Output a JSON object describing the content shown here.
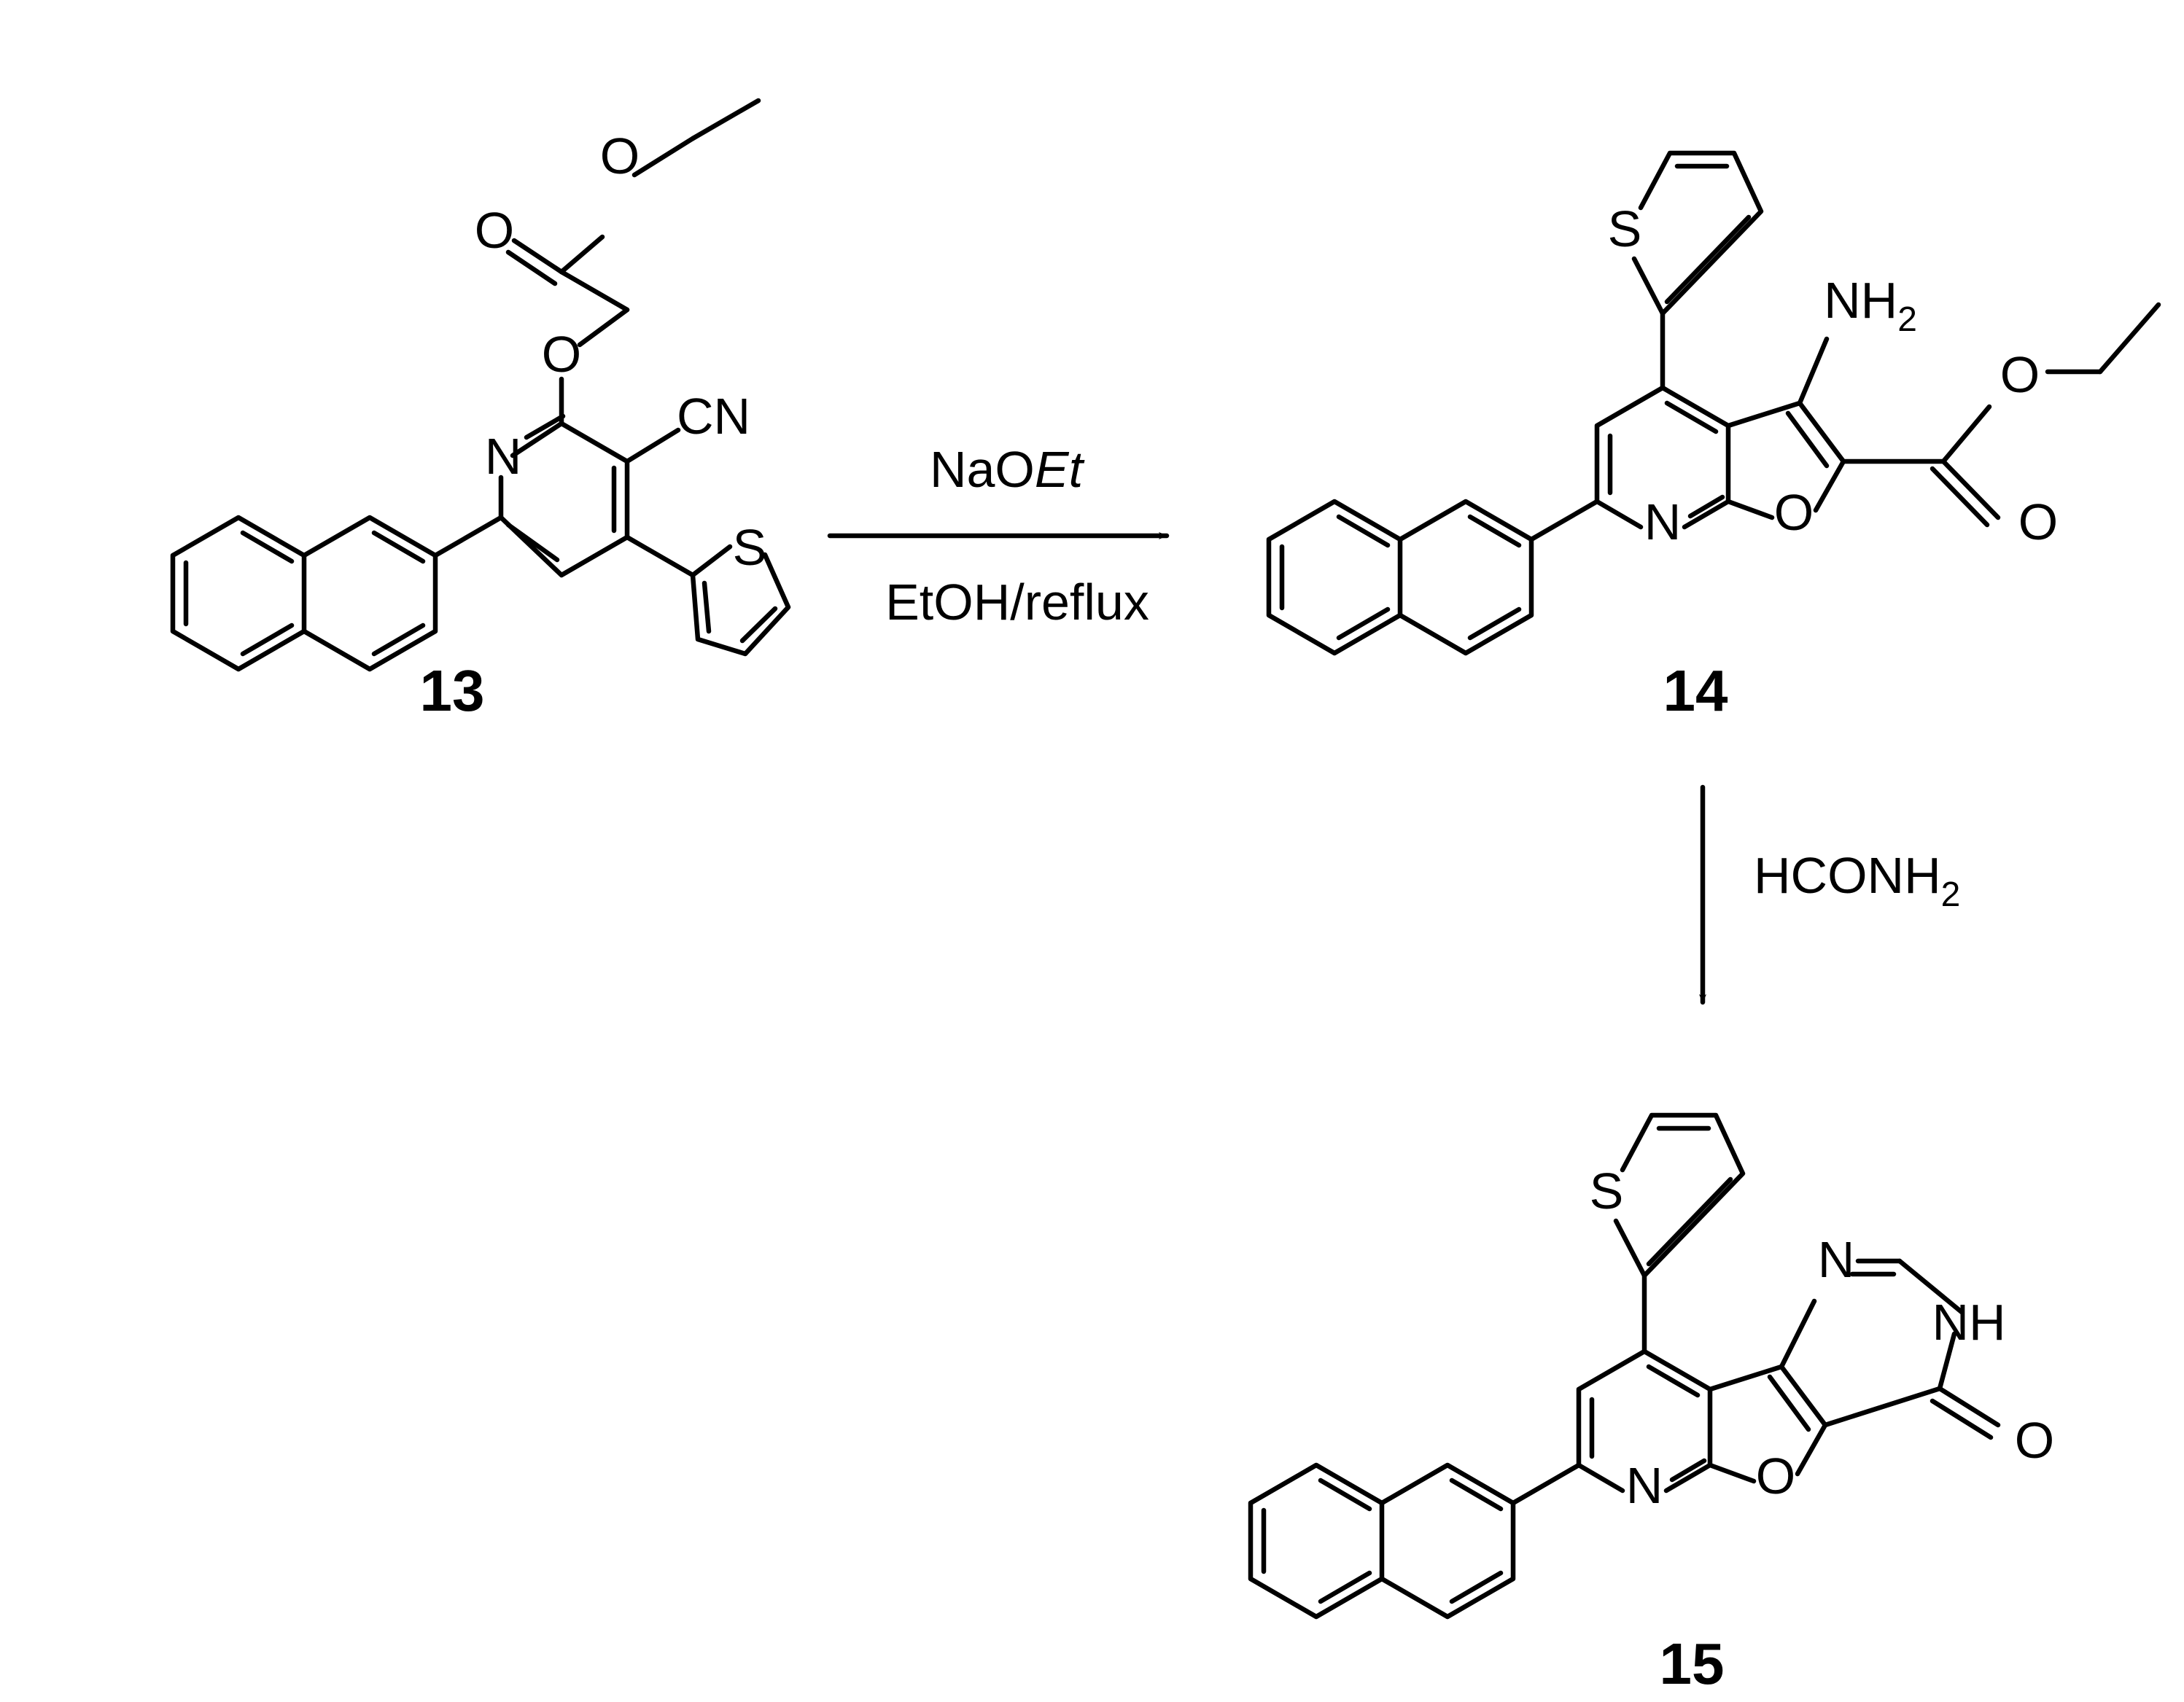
{
  "compounds": [
    {
      "id": "13"
    },
    {
      "id": "14"
    },
    {
      "id": "15"
    }
  ],
  "atoms": {
    "oxygen": "O",
    "nitrogen": "N",
    "sulfur": "S",
    "cyano": "CN",
    "amino": "NH",
    "amino_sub": "2",
    "nh": "NH"
  },
  "arrows": [
    {
      "reagent": "NaO",
      "reagent_italic": "Et",
      "condition": "EtOH/reflux"
    },
    {
      "reagent": "HCONH",
      "reagent_sub": "2"
    }
  ]
}
